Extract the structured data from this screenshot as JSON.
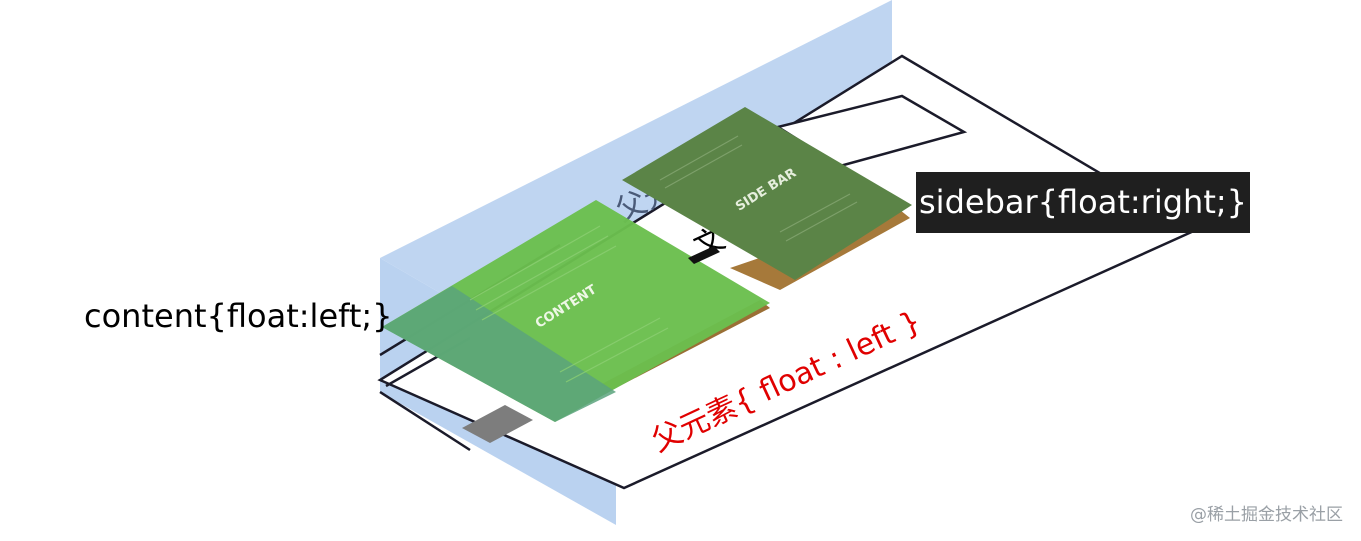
{
  "labels": {
    "content": "content{float:left;}",
    "sidebar": "sidebar{float:right;}",
    "parent": "父元素{ float : left }"
  },
  "cards": {
    "content_title": "CONTENT",
    "sidebar_title": "SIDE BAR"
  },
  "watermark": "@稀土掘金技术社区",
  "colors": {
    "blue_plane": "#b4cdef",
    "content_green": "#6cbf4e",
    "sidebar_green": "#5a8246",
    "parent_text": "#e00000",
    "footer_grey": "#7f7f7f",
    "sidebar_shadow": "#a87a3a"
  }
}
